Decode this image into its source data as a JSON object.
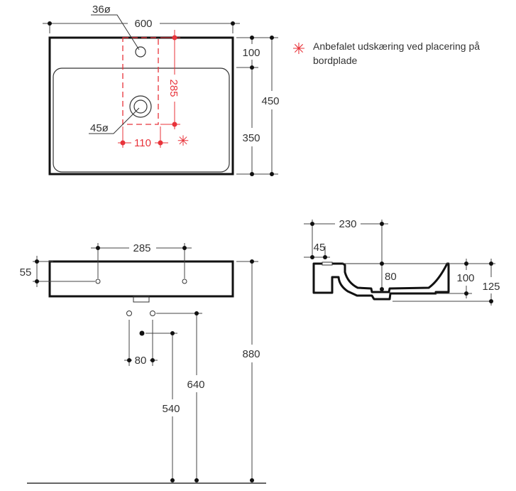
{
  "colors": {
    "line": "#1a1a1a",
    "accent": "#e8333a",
    "dim_line": "#555555"
  },
  "top_view": {
    "width": "600",
    "tap_hole": "36ø",
    "drain": "45ø",
    "cutout_depth": "285",
    "cutout_width": "110",
    "depth_front": "100",
    "depth_basin": "350",
    "depth_total": "450"
  },
  "legend": {
    "icon": "asterisk-icon",
    "line1": "Anbefalet udskæring ved placering på",
    "line2": "bordplade"
  },
  "front_view": {
    "hole_spacing": "285",
    "thickness": "55",
    "pipe_spacing": "80",
    "pipe_height": "640",
    "drain_height": "540",
    "total_height": "880"
  },
  "side_view": {
    "depth_to_drain": "230",
    "rim": "45",
    "bowl_depth": "80",
    "height_inner": "100",
    "height_total": "125"
  }
}
